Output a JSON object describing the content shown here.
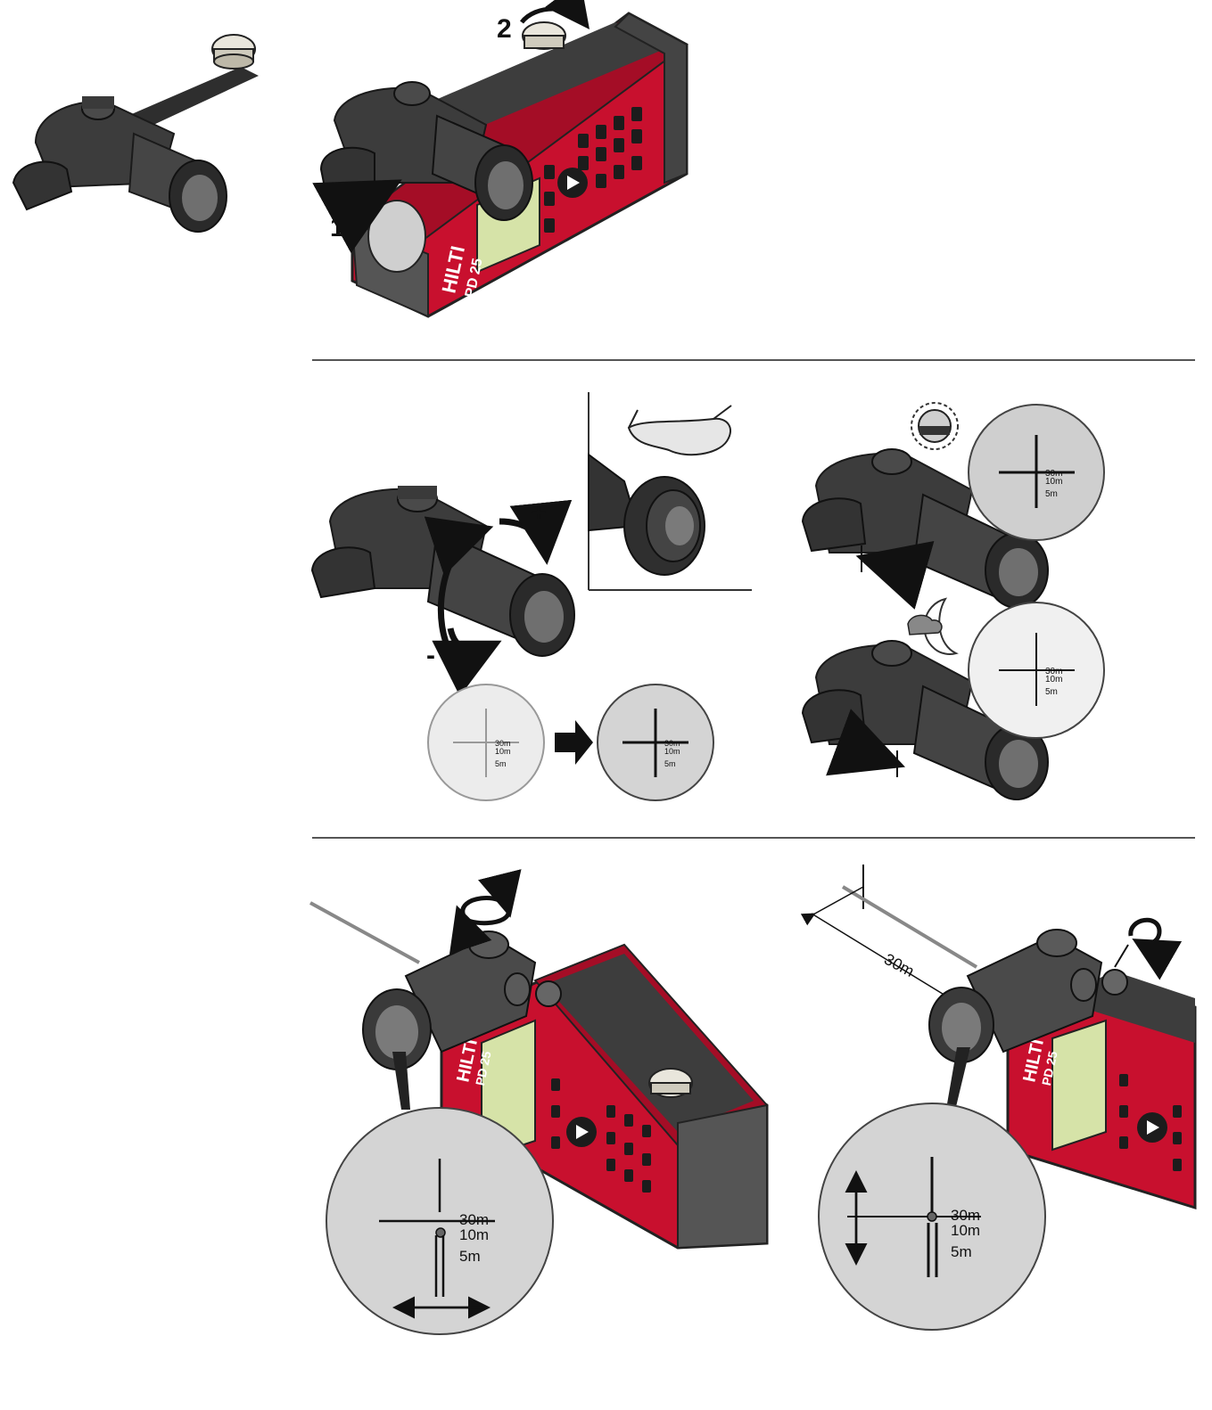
{
  "page": {
    "background": "#ffffff"
  },
  "colors": {
    "device_red": "#c8102e",
    "device_dark_red": "#8e0b1f",
    "scope_gray": "#3c3c3c",
    "scope_dark": "#222222",
    "display_green": "#d6e3a8",
    "reticle_bg": "#d8d8d8",
    "rule": "#555555"
  },
  "device": {
    "brand": "HILTI",
    "model": "PD 25"
  },
  "steps": {
    "step_1": "1",
    "step_2": "2"
  },
  "adjust": {
    "plus": "+",
    "minus": "-"
  },
  "reticle": {
    "mark_30": "30m",
    "mark_10": "10m",
    "mark_5": "5m"
  },
  "distance": {
    "label": "30m"
  },
  "icons": {
    "sun": "sun-icon",
    "moon": "moon-cloud-icon",
    "goggles": "safety-glasses-icon",
    "rotate": "rotate-arrow-icon",
    "push": "push-arrow-icon"
  }
}
